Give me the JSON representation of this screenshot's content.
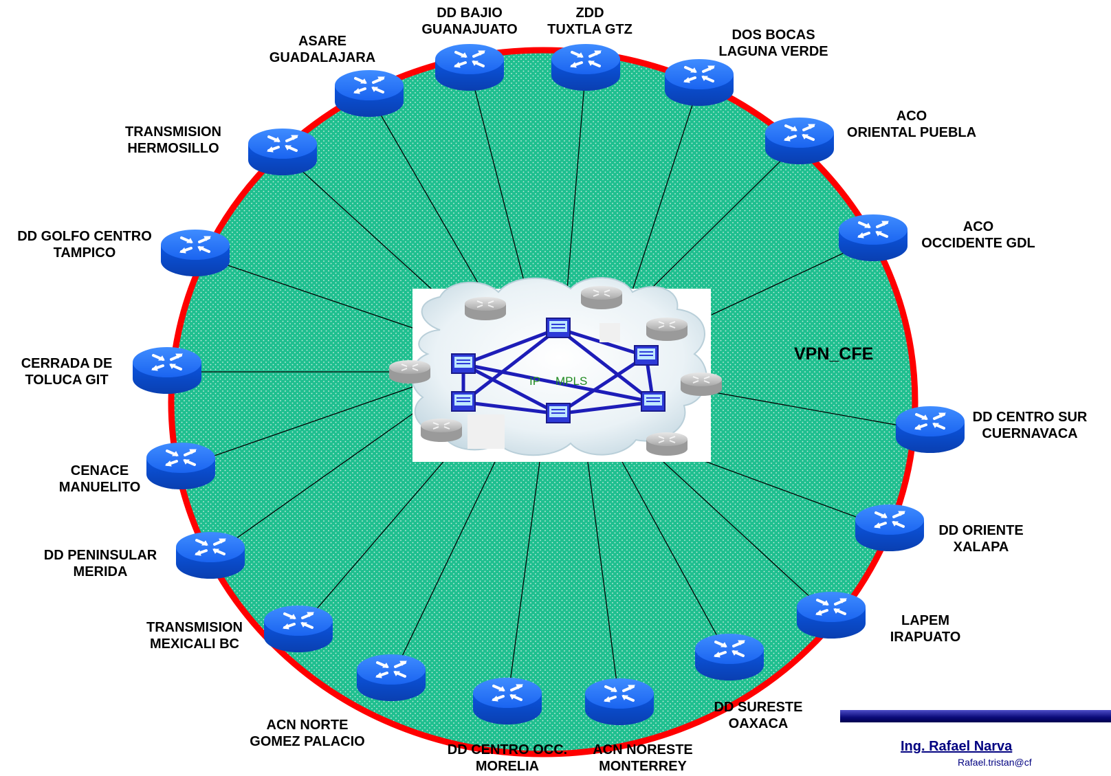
{
  "colors": {
    "ring": "#ff0000",
    "fill": "#1fbf8f",
    "router_top": "#2f7cf6",
    "router_body": "#0a5ef0",
    "author": "#000080",
    "core_text": "#1f8a1f"
  },
  "vpn_label": "VPN_CFE",
  "core": {
    "label_ip": "IP",
    "label_mpls": "MPLS"
  },
  "nodes": [
    {
      "l1": "DD BAJIO",
      "l2": "GUANAJUATO",
      "icon": "router-icon"
    },
    {
      "l1": "ZDD",
      "l2": "TUXTLA GTZ",
      "icon": "router-icon"
    },
    {
      "l1": "DOS BOCAS",
      "l2": "LAGUNA VERDE",
      "icon": "router-icon"
    },
    {
      "l1": "ACO",
      "l2": "ORIENTAL PUEBLA",
      "icon": "router-icon"
    },
    {
      "l1": "ACO",
      "l2": "OCCIDENTE GDL",
      "icon": "router-icon"
    },
    {
      "l1": "DD CENTRO SUR",
      "l2": "CUERNAVACA",
      "icon": "router-icon"
    },
    {
      "l1": "DD ORIENTE",
      "l2": "XALAPA",
      "icon": "router-icon"
    },
    {
      "l1": "LAPEM",
      "l2": "IRAPUATO",
      "icon": "router-icon"
    },
    {
      "l1": "DD SURESTE",
      "l2": "OAXACA",
      "icon": "router-icon"
    },
    {
      "l1": "ACN NORESTE",
      "l2": "MONTERREY",
      "icon": "router-icon"
    },
    {
      "l1": "DD CENTRO OCC.",
      "l2": "MORELIA",
      "icon": "router-icon"
    },
    {
      "l1": "ACN NORTE",
      "l2": "GOMEZ PALACIO",
      "icon": "router-icon"
    },
    {
      "l1": "TRANSMISION",
      "l2": "MEXICALI BC",
      "icon": "router-icon"
    },
    {
      "l1": "DD PENINSULAR",
      "l2": "MERIDA",
      "icon": "router-icon"
    },
    {
      "l1": "CENACE",
      "l2": "MANUELITO",
      "icon": "router-icon"
    },
    {
      "l1": "CERRADA DE",
      "l2": "TOLUCA GIT",
      "icon": "router-icon"
    },
    {
      "l1": "DD GOLFO CENTRO",
      "l2": "TAMPICO",
      "icon": "router-icon"
    },
    {
      "l1": "TRANSMISION",
      "l2": "HERMOSILLO",
      "icon": "router-icon"
    },
    {
      "l1": "ASARE",
      "l2": "GUADALAJARA",
      "icon": "router-icon"
    }
  ],
  "footer": {
    "author": "Ing. Rafael Narva",
    "email": "Rafael.tristan@cf"
  }
}
